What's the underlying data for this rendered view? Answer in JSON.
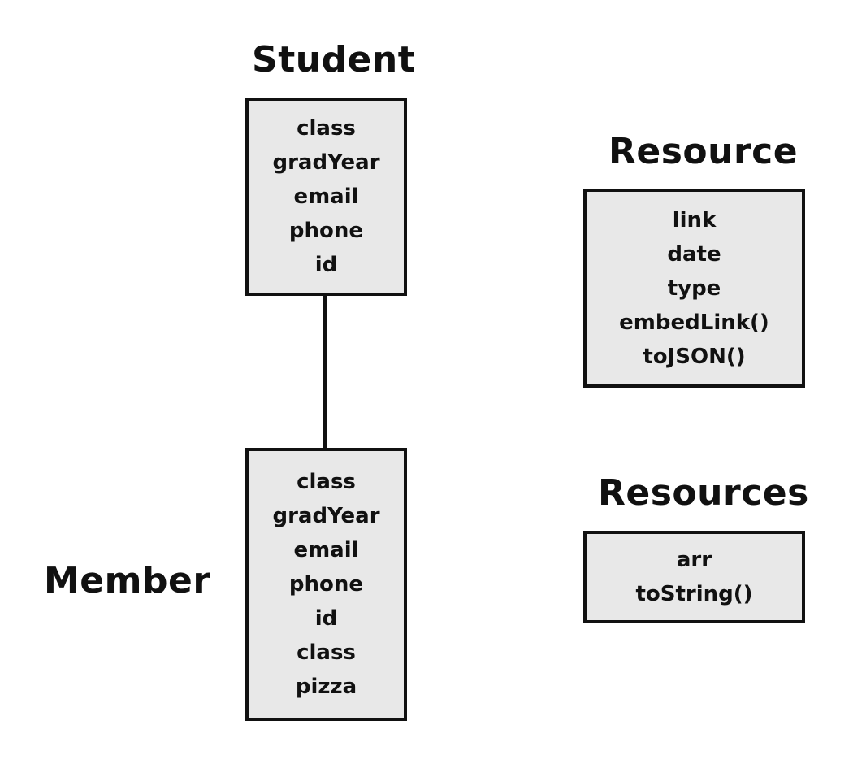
{
  "classes": [
    {
      "id": "student",
      "name": "Student",
      "fields": [
        "class",
        "gradYear",
        "email",
        "phone",
        "id"
      ]
    },
    {
      "id": "member",
      "name": "Member",
      "fields": [
        "class",
        "gradYear",
        "email",
        "phone",
        "id",
        "class",
        "pizza"
      ]
    },
    {
      "id": "resource",
      "name": "Resource",
      "fields": [
        "link",
        "date",
        "type",
        "embedLink()",
        "toJSON()"
      ]
    },
    {
      "id": "resources",
      "name": "Resources",
      "fields": [
        "arr",
        "toString()"
      ]
    }
  ],
  "colors": {
    "box_fill": "#e8e8e8",
    "stroke": "#111111",
    "background": "#ffffff"
  }
}
